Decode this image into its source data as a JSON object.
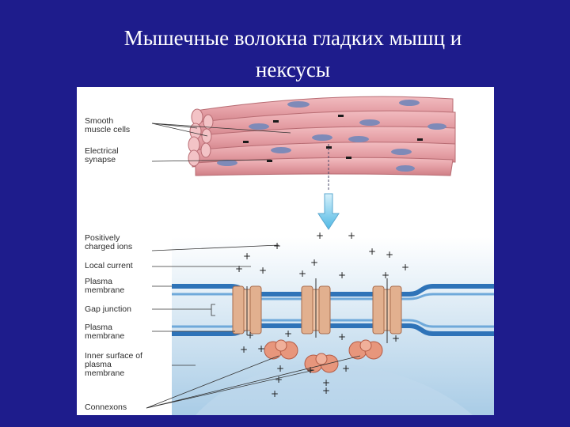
{
  "slide": {
    "title_line1": "Мышечные волокна гладких мышц и",
    "title_line2": "нексусы"
  },
  "labels": {
    "smooth_muscle_cells": "Smooth\nmuscle cells",
    "electrical_synapse": "Electrical\nsynapse",
    "positively_charged_ions": "Positively\ncharged ions",
    "local_current": "Local current",
    "plasma_membrane_top": "Plasma\nmembrane",
    "gap_junction": "Gap junction",
    "plasma_membrane_bottom": "Plasma\nmembrane",
    "inner_surface": "Inner surface of\nplasma\nmembrane",
    "connexons": "Connexons"
  },
  "colors": {
    "slide_background": "#1e1c8c",
    "muscle_fiber": "#e8a3a8",
    "nucleus": "#7e8ab8",
    "membrane": "#2e73b8",
    "connexon": "#e2b08f",
    "arrow": "#6fc9ea"
  }
}
